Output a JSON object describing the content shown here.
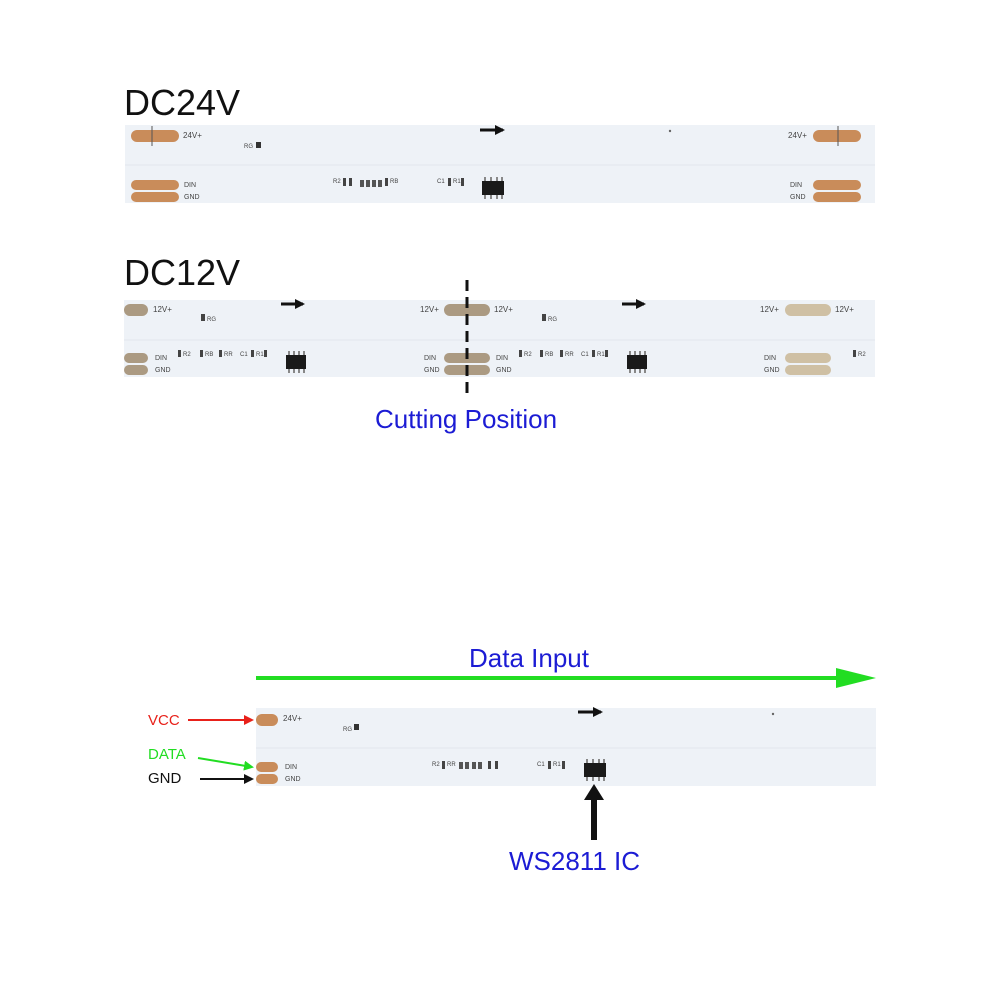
{
  "titles": {
    "strip_24v": "DC24V",
    "strip_12v": "DC12V"
  },
  "labels": {
    "cutting_position": "Cutting Position",
    "data_input": "Data Input",
    "ic": "WS2811 IC",
    "vcc": "VCC",
    "data": "DATA",
    "gnd": "GND"
  },
  "silkscreen": {
    "v24": "24V+",
    "v12": "12V+",
    "din": "DIN",
    "gnd": "GND",
    "rg": "RG",
    "r2": "R2",
    "rr": "RR",
    "rb": "RB",
    "c1": "C1",
    "r1": "R1"
  },
  "colors": {
    "strip": "#eef2f7",
    "pad_24v": "#c98c5a",
    "pad_12v": "#ab9a82",
    "pad_12v_light": "#cfc0a4",
    "vcc": "#e8211a",
    "data": "#22dd22",
    "gnd": "#111111",
    "blue_text": "#1c1cd4",
    "chip": "#1a1a1a"
  }
}
